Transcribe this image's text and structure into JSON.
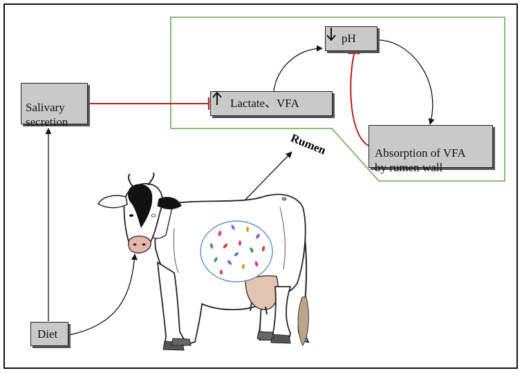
{
  "diagram": {
    "boxes": {
      "salivary": "Salivary\nsecretion",
      "lactate": "Lactate、VFA",
      "ph": "pH",
      "absorption": "Absorption of VFA\nby rumen wall",
      "diet": "Diet"
    },
    "rumen_label": "Rumen",
    "symbols": {
      "up_arrow": "up-arrow",
      "down_arrow": "down-arrow"
    },
    "colors": {
      "box_fill": "#c9c9c9",
      "inhibit_line": "#b22222",
      "rumen_region": "#6aa84f",
      "rumen_circle": "#5b8fc9"
    }
  }
}
